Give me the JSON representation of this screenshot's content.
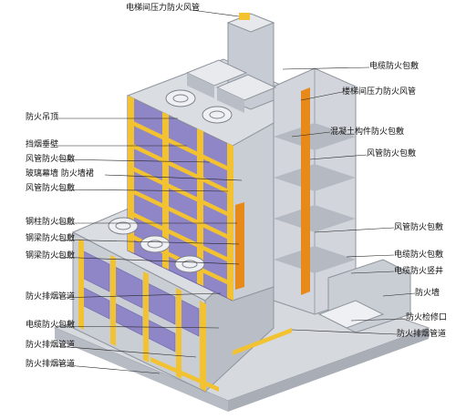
{
  "labels": {
    "top_elevator_pressure_duct": "电梯间压力防火风管",
    "cable_wrap_top": "电缆防火包敷",
    "stairwell_pressure_duct": "楼梯间压力防火风管",
    "fire_ceiling": "防火吊顶",
    "concrete_member_wrap": "混凝土构件防火包敷",
    "smoke_barrier": "挡烟垂壁",
    "duct_wrap_1": "风管防火包敷",
    "duct_wrap_right_1": "风管防火包敷",
    "glass_curtain_wall": "玻璃幕墙 防火墙裙",
    "duct_wrap_2": "风管防火包敷",
    "steel_column_wrap": "钢柱防火包敷",
    "duct_wrap_right_2": "风管防火包敷",
    "steel_beam_wrap_1": "钢梁防火包敷",
    "cable_wrap_right": "电缆防火包敷",
    "steel_beam_wrap_2": "钢梁防火包敷",
    "cable_shaft": "电缆防火竖井",
    "smoke_exhaust_duct_1": "防火排烟管道",
    "fire_wall": "防火墙",
    "inspection_port": "防火检修口",
    "cable_wrap_bottom": "电缆防火包敷",
    "smoke_exhaust_duct_right": "防火排烟管道",
    "smoke_exhaust_duct_2": "防火排烟管道",
    "smoke_exhaust_duct_3": "防火排烟管道"
  },
  "colors": {
    "wall_gray": "#c9cdd4",
    "roof_gray": "#dadde2",
    "glass_purple": "#8f86c8",
    "fireproof_yellow": "#f2c230",
    "fireproof_orange": "#e88a1a",
    "leader_line": "#222222"
  },
  "icons": {
    "roof_fan": "fan-icon"
  }
}
